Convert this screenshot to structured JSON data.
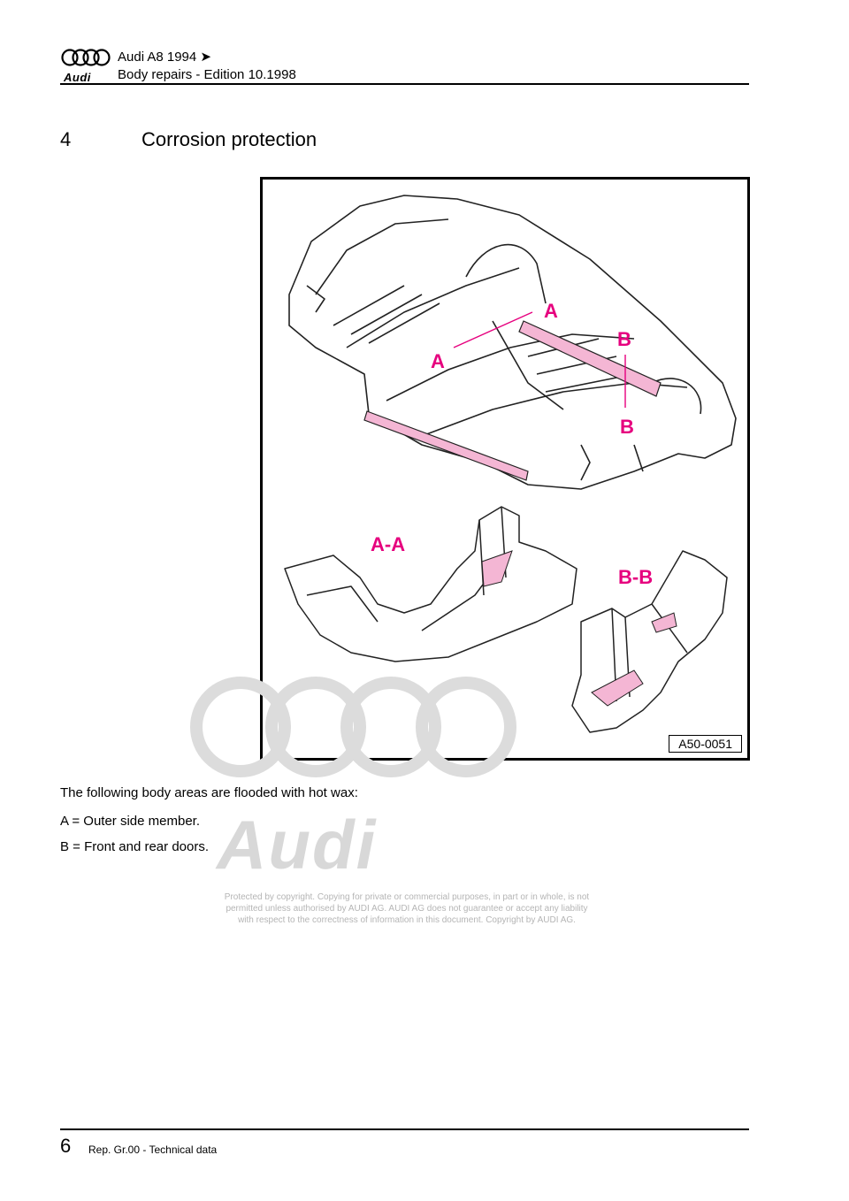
{
  "header": {
    "brand": "Audi",
    "title": "Audi A8 1994 ➤",
    "subtitle": "Body repairs - Edition 10.1998"
  },
  "section": {
    "number": "4",
    "title": "Corrosion protection"
  },
  "figure": {
    "code": "A50-0051",
    "labels": {
      "a": "A",
      "b": "B",
      "aa": "A-A",
      "bb": "B-B"
    },
    "highlight_color": "#e6007e"
  },
  "body": {
    "intro": "The following body areas are flooded with hot wax:",
    "item_a": "A = Outer side member.",
    "item_b": "B = Front and rear doors."
  },
  "watermark": {
    "brand": "Audi",
    "text": "Protected by copyright. Copying for private or commercial purposes, in part or in whole, is not permitted unless authorised by AUDI AG. AUDI AG does not guarantee or accept any liability with respect to the correctness of information in this document. Copyright by AUDI AG."
  },
  "footer": {
    "page_number": "6",
    "chapter": "Rep. Gr.00 - Technical data"
  }
}
